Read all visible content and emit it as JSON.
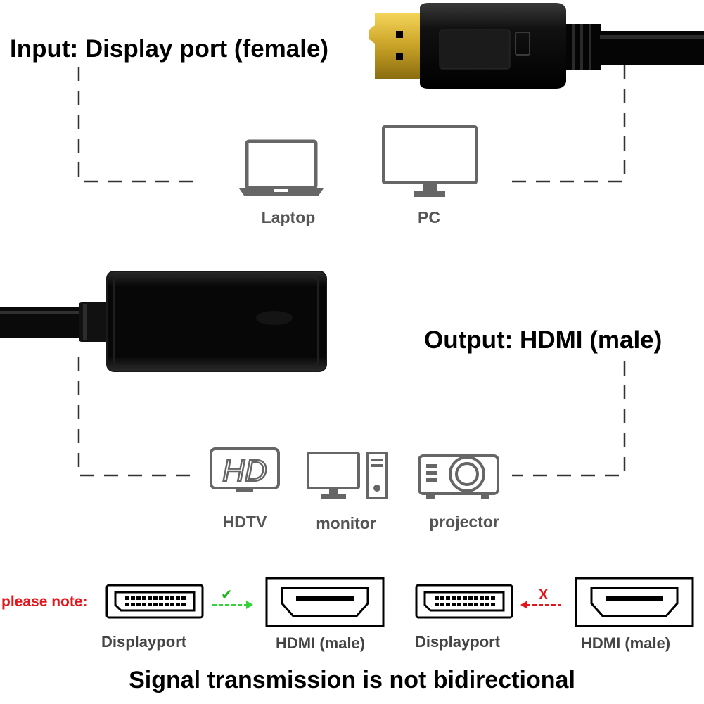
{
  "top": {
    "title": "Input: Display port (female)",
    "devices": [
      {
        "label": "Laptop",
        "icon": "laptop-icon"
      },
      {
        "label": "PC",
        "icon": "pc-monitor-icon"
      }
    ]
  },
  "bottom": {
    "title": "Output: HDMI (male)",
    "devices": [
      {
        "label": "HDTV",
        "icon": "hdtv-icon",
        "icon_text": "HD"
      },
      {
        "label": "monitor",
        "icon": "desktop-computer-icon"
      },
      {
        "label": "projector",
        "icon": "projector-icon"
      }
    ]
  },
  "note": {
    "label": "please note:",
    "pairs": [
      {
        "from": "Displayport",
        "to": "HDMI (male)",
        "mark": "✔",
        "mark_color": "#1db61d",
        "arrow_color": "#34d13a"
      },
      {
        "from": "Displayport",
        "to": "HDMI (male)",
        "mark": "X",
        "mark_color": "#e4161b",
        "arrow_color": "#e4161b"
      }
    ]
  },
  "footer": "Signal transmission is not bidirectional",
  "colors": {
    "icon_gray": "#666666",
    "dash_gray": "#333333",
    "gold": "#c9a227",
    "cable_black": "#0a0a0a"
  }
}
